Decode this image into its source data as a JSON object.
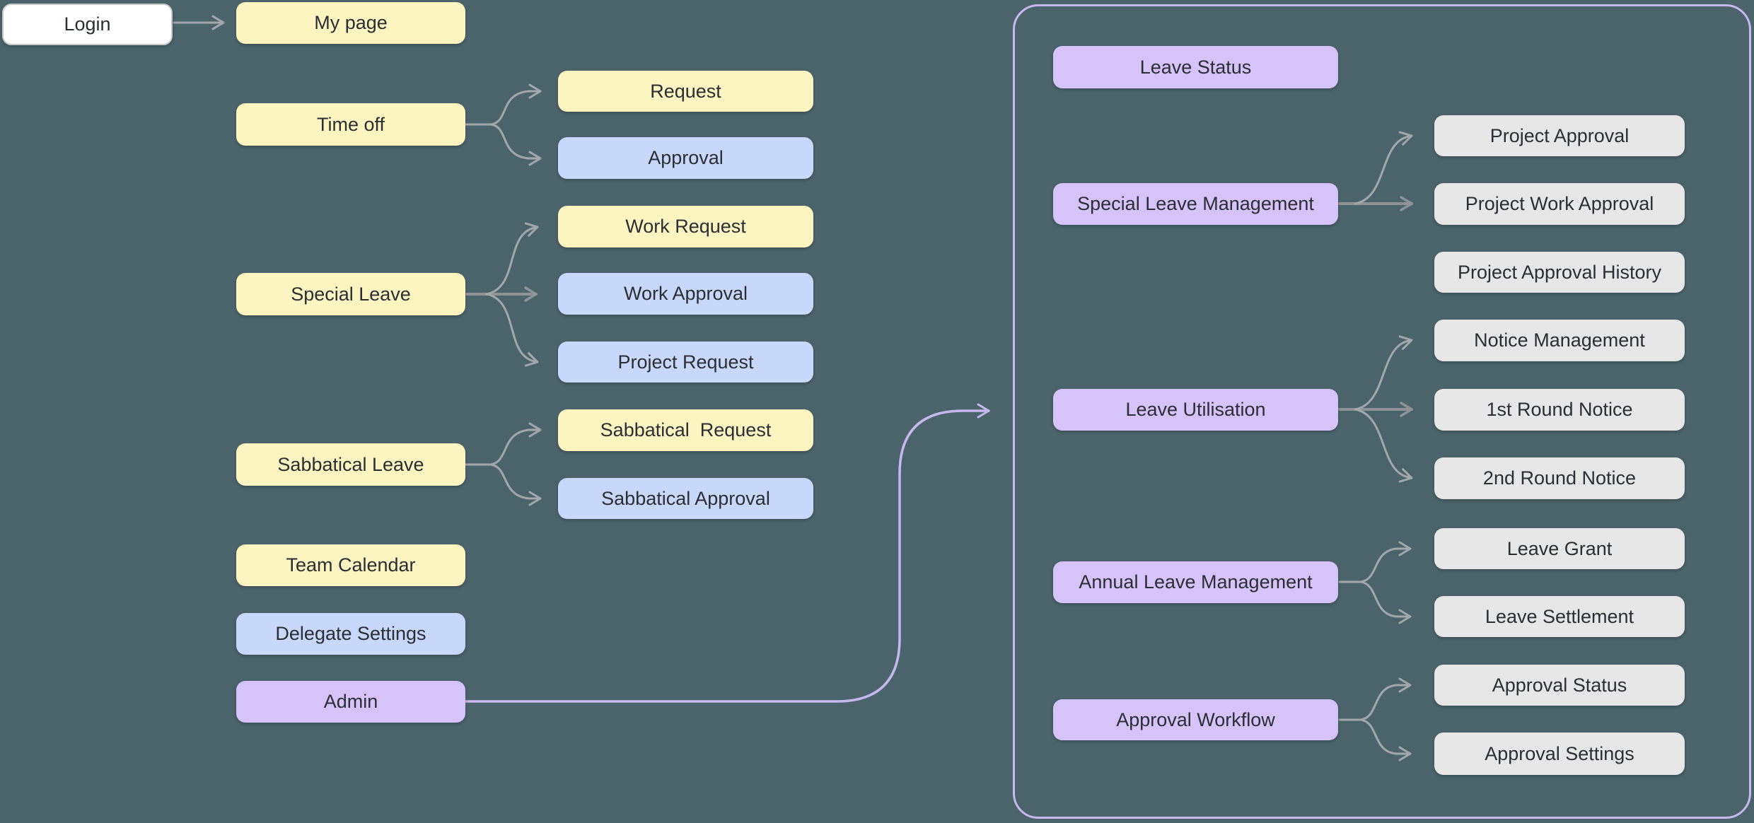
{
  "colors": {
    "background": "#4b646b",
    "node_yellow": "#fcf4c1",
    "node_blue": "#c8d8fb",
    "node_purple": "#d5c3fa",
    "node_gray": "#e7e7e7",
    "node_white": "#ffffff",
    "container_border": "#c7b7ef",
    "edge_gray": "#a2a7ac",
    "edge_dark_gray": "#8e9398",
    "edge_purple": "#c7b7ef",
    "text": "#2b2e33"
  },
  "nodes": {
    "login": {
      "label": "Login"
    },
    "my_page": {
      "label": "My page"
    },
    "time_off": {
      "label": "Time off"
    },
    "request": {
      "label": "Request"
    },
    "approval": {
      "label": "Approval"
    },
    "work_request": {
      "label": "Work Request"
    },
    "special_leave": {
      "label": "Special Leave"
    },
    "work_approval": {
      "label": "Work Approval"
    },
    "project_request": {
      "label": "Project Request"
    },
    "sabbatical_leave": {
      "label": "Sabbatical Leave"
    },
    "sabbatical_request": {
      "label": "Sabbatical  Request"
    },
    "sabbatical_approval": {
      "label": "Sabbatical Approval"
    },
    "team_calendar": {
      "label": "Team Calendar"
    },
    "delegate_settings": {
      "label": "Delegate Settings"
    },
    "admin": {
      "label": "Admin"
    },
    "leave_status": {
      "label": "Leave Status"
    },
    "special_leave_management": {
      "label": "Special Leave Management"
    },
    "project_approval": {
      "label": "Project Approval"
    },
    "project_work_approval": {
      "label": "Project Work Approval"
    },
    "project_approval_history": {
      "label": "Project Approval History"
    },
    "leave_utilisation": {
      "label": "Leave Utilisation"
    },
    "notice_management": {
      "label": "Notice Management"
    },
    "first_round_notice": {
      "label": "1st Round Notice"
    },
    "second_round_notice": {
      "label": "2nd Round Notice"
    },
    "annual_leave_management": {
      "label": "Annual Leave Management"
    },
    "leave_grant": {
      "label": "Leave Grant"
    },
    "leave_settlement": {
      "label": "Leave Settlement"
    },
    "approval_workflow": {
      "label": "Approval Workflow"
    },
    "approval_status": {
      "label": "Approval Status"
    },
    "approval_settings": {
      "label": "Approval Settings"
    }
  }
}
